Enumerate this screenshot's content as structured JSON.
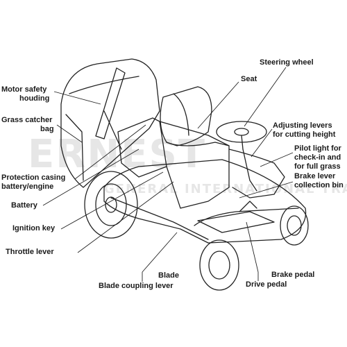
{
  "labels": {
    "motor_safety": "Motor safety\nhouding",
    "grass_catcher_bag": "Grass catcher\nbag",
    "protection_casing": "Protection casing\nbattery/engine",
    "battery": "Battery",
    "ignition_key": "Ignition key",
    "throttle_lever": "Throttle lever",
    "blade": "Blade",
    "blade_coupling_lever": "Blade coupling lever",
    "steering_wheel": "Steering wheel",
    "seat": "Seat",
    "adjusting_levers": "Adjusting levers\nfor cutting height",
    "pilot_light": "Pilot light for\ncheck-in and\nfor full grass",
    "brake_lever": "Brake lever\ncollection bin",
    "brake_pedal": "Brake pedal",
    "drive_pedal": "Drive pedal"
  },
  "watermark": {
    "brand": "ERNEST",
    "line": "GENERAL INTERNATIONAL TRADING CO."
  },
  "colors": {
    "line": "#222222",
    "text": "#1a1a1a",
    "watermark": "#e6e6e6"
  }
}
